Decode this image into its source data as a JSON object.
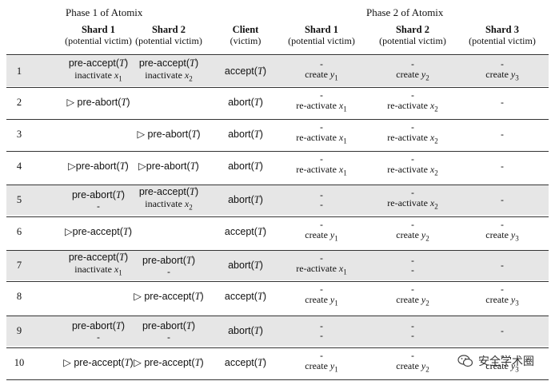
{
  "phase1_title": "Phase 1 of Atomix",
  "phase2_title": "Phase 2 of Atomix",
  "headers": [
    {
      "title": "Shard 1",
      "sub": "(potential victim)"
    },
    {
      "title": "Shard 2",
      "sub": "(potential victim)"
    },
    {
      "title": "Client",
      "sub": "(victim)"
    },
    {
      "title": "Shard 1",
      "sub": "(potential victim)"
    },
    {
      "title": "Shard 2",
      "sub": "(potential victim)"
    },
    {
      "title": "Shard 3",
      "sub": "(potential victim)"
    }
  ],
  "rows": [
    {
      "n": "1",
      "p1s1": [
        "pre-accept(T)",
        "inactivate x1"
      ],
      "p1s2": [
        "pre-accept(T)",
        "inactivate x2"
      ],
      "client": "accept(T)",
      "p2s1": [
        "-",
        "create y1"
      ],
      "p2s2": [
        "-",
        "create y2"
      ],
      "p2s3": [
        "-",
        "create y3"
      ]
    },
    {
      "n": "2",
      "p1s1": [
        "▷ pre-abort(T)"
      ],
      "p1s2": [],
      "client": "abort(T)",
      "p2s1": [
        "-",
        "re-activate x1"
      ],
      "p2s2": [
        "-",
        "re-activate x2"
      ],
      "p2s3": [
        "-"
      ]
    },
    {
      "n": "3",
      "p1s1": [],
      "p1s2": [
        "▷ pre-abort(T)"
      ],
      "client": "abort(T)",
      "p2s1": [
        "-",
        "re-activate x1"
      ],
      "p2s2": [
        "-",
        "re-activate x2"
      ],
      "p2s3": [
        "-"
      ]
    },
    {
      "n": "4",
      "p1s1": [
        "▷pre-abort(T)"
      ],
      "p1s2": [
        "▷pre-abort(T)"
      ],
      "client": "abort(T)",
      "p2s1": [
        "-",
        "re-activate x1"
      ],
      "p2s2": [
        "-",
        "re-activate x2"
      ],
      "p2s3": [
        "-"
      ]
    },
    {
      "n": "5",
      "p1s1": [
        "pre-abort(T)",
        "-"
      ],
      "p1s2": [
        "pre-accept(T)",
        "inactivate x2"
      ],
      "client": "abort(T)",
      "p2s1": [
        "-",
        "-"
      ],
      "p2s2": [
        "-",
        "re-activate x2"
      ],
      "p2s3": [
        "-"
      ]
    },
    {
      "n": "6",
      "p1s1": [
        "▷pre-accept(T)"
      ],
      "p1s2": [],
      "client": "accept(T)",
      "p2s1": [
        "-",
        "create y1"
      ],
      "p2s2": [
        "-",
        "create y2"
      ],
      "p2s3": [
        "-",
        "create y3"
      ]
    },
    {
      "n": "7",
      "p1s1": [
        "pre-accept(T)",
        "inactivate x1"
      ],
      "p1s2": [
        "pre-abort(T)",
        "-"
      ],
      "client": "abort(T)",
      "p2s1": [
        "-",
        "re-activate x1"
      ],
      "p2s2": [
        "-",
        "-"
      ],
      "p2s3": [
        "-"
      ]
    },
    {
      "n": "8",
      "p1s1": [],
      "p1s2": [
        "▷ pre-accept(T)"
      ],
      "client": "accept(T)",
      "p2s1": [
        "-",
        "create y1"
      ],
      "p2s2": [
        "-",
        "create y2"
      ],
      "p2s3": [
        "-",
        "create y3"
      ]
    },
    {
      "n": "9",
      "p1s1": [
        "pre-abort(T)",
        "-"
      ],
      "p1s2": [
        "pre-abort(T)",
        "-"
      ],
      "client": "abort(T)",
      "p2s1": [
        "-",
        "-"
      ],
      "p2s2": [
        "-",
        "-"
      ],
      "p2s3": [
        "-"
      ]
    },
    {
      "n": "10",
      "p1s1": [
        "▷ pre-accept(T)"
      ],
      "p1s2": [
        "▷ pre-accept(T)"
      ],
      "client": "accept(T)",
      "p2s1": [
        "-",
        "create y1"
      ],
      "p2s2": [
        "-",
        "create y2"
      ],
      "p2s3": [
        "-",
        "create y3"
      ]
    }
  ],
  "shaded_rows": [
    1,
    5,
    7,
    9
  ],
  "watermark": {
    "text": "安全学术圈",
    "icon": "wechat-icon"
  }
}
